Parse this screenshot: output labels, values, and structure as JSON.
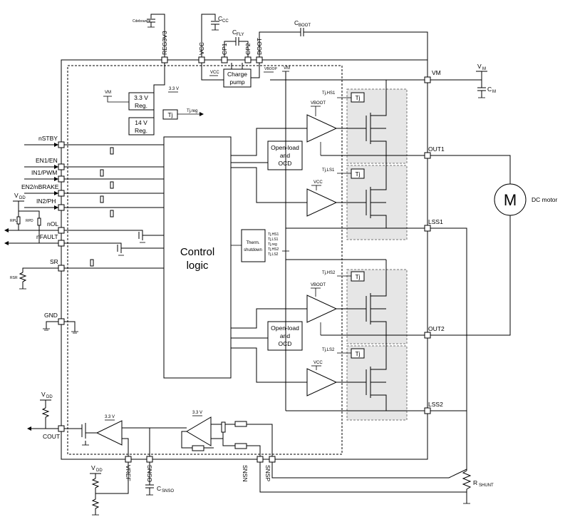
{
  "pins": {
    "reg3v3": "REG3V3",
    "vcc": "VCC",
    "cp1": "CP1",
    "cp2": "CP2",
    "boot": "BOOT",
    "vm": "VM",
    "out1": "OUT1",
    "lss1": "LSS1",
    "out2": "OUT2",
    "lss2": "LSS2",
    "nstby": "nSTBY",
    "en1": "EN1/EN",
    "in1": "IN1/PWM",
    "en2": "EN2/nBRAKE",
    "in2": "IN2/PH",
    "nol": "nOL",
    "nfault": "nFAULT",
    "sr": "SR",
    "gnd": "GND",
    "cout": "COUT",
    "vref": "VREF",
    "snso": "SNSO",
    "snsn": "SNSN",
    "snsp": "SNSP"
  },
  "blocks": {
    "control_l1": "Control",
    "control_l2": "logic",
    "charge_pump_l1": "Charge",
    "charge_pump_l2": "pump",
    "reg33_l1": "3.3 V",
    "reg33_l2": "Reg.",
    "reg14_l1": "14 V",
    "reg14_l2": "Reg.",
    "tj": "Tj",
    "tj_reg": "Tj,reg",
    "ocd1_l1": "Open-load",
    "ocd1_l2": "and",
    "ocd1_l3": "OCD",
    "ocd2_l1": "Open-load",
    "ocd2_l2": "and",
    "ocd2_l3": "OCD",
    "therm_l1": "Therm.",
    "therm_l2": "shutdown",
    "therm_inputs": [
      "Tj,HS1",
      "Tj,LS1",
      "Tj,reg",
      "Tj,HS2",
      "Tj,LS2"
    ]
  },
  "components": {
    "c_debounce": "Cdebounce",
    "c_cc": "C",
    "c_cc_sub": "CC",
    "c_fly": "C",
    "c_fly_sub": "FLY",
    "c_boot": "C",
    "c_boot_sub": "BOOT",
    "v_m": "V",
    "v_m_sub": "M",
    "c_m": "C",
    "c_m_sub": "M",
    "motor": "M",
    "motor_label": "DC motor",
    "v_dd": "V",
    "v_dd_sub": "DD",
    "r_pu": "RPU",
    "r_pd": "RPD",
    "r_sr": "RSR",
    "r_shunt": "R",
    "r_shunt_sub": "SHUNT",
    "c_snso": "C",
    "c_snso_sub": "SNSO"
  },
  "rails": {
    "vm_small": "VM",
    "vboot": "VBOOT",
    "vcc": "VCC",
    "v33": "3.3 V",
    "vcc_top": "VCC",
    "vbootp": "VBOOP",
    "vm_ts": "VM"
  },
  "fet_tags": {
    "hs1": "Tj,HS1",
    "ls1": "Tj,LS1",
    "hs2": "Tj,HS2",
    "ls2": "Tj,LS2"
  }
}
